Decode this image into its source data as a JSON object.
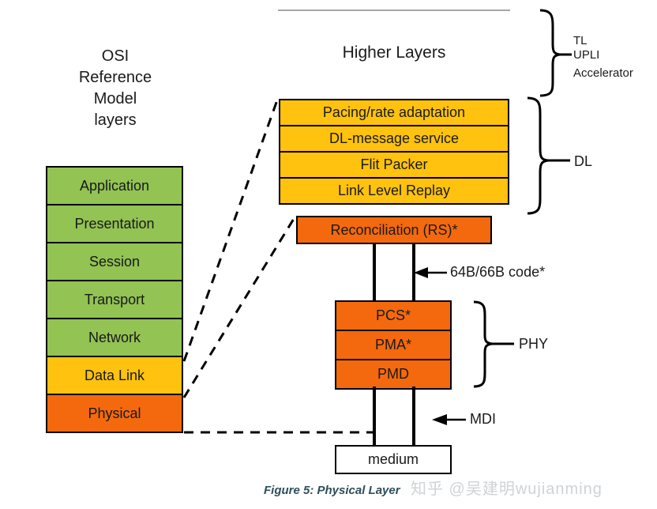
{
  "figure": {
    "caption": "Figure 5: Physical Layer",
    "watermark": "知乎 @吴建明wujianming"
  },
  "osi": {
    "title_lines": [
      "OSI",
      "Reference",
      "Model",
      "layers"
    ],
    "layers": [
      {
        "label": "Application",
        "color": "#92c353"
      },
      {
        "label": "Presentation",
        "color": "#92c353"
      },
      {
        "label": "Session",
        "color": "#92c353"
      },
      {
        "label": "Transport",
        "color": "#92c353"
      },
      {
        "label": "Network",
        "color": "#92c353"
      },
      {
        "label": "Data Link",
        "color": "#ffc20e"
      },
      {
        "label": "Physical",
        "color": "#f4690d"
      }
    ]
  },
  "higher_layers": {
    "label": "Higher Layers"
  },
  "dl_stack": {
    "rows": [
      {
        "label": "Pacing/rate adaptation"
      },
      {
        "label": "DL-message service"
      },
      {
        "label": "Flit Packer"
      },
      {
        "label": "Link Level Replay"
      }
    ],
    "color": "#ffc20e"
  },
  "reconciliation": {
    "label": "Reconciliation (RS)*",
    "color": "#f4690d"
  },
  "phy_stack": {
    "rows": [
      {
        "label": "PCS*"
      },
      {
        "label": "PMA*"
      },
      {
        "label": "PMD"
      }
    ],
    "color": "#f4690d"
  },
  "medium": {
    "label": "medium"
  },
  "braces": {
    "top": {
      "labels": [
        "TL",
        "UPLI",
        "Accelerator"
      ]
    },
    "dl": {
      "label": "DL"
    },
    "phy": {
      "label": "PHY"
    }
  },
  "annotations": {
    "code": "64B/66B code*",
    "mdi": "MDI"
  },
  "colors": {
    "green": "#92c353",
    "yellow": "#ffc20e",
    "orange": "#f4690d",
    "stroke": "#000000",
    "gray_rule": "#a6a6a6",
    "caption": "#2d4f59",
    "watermark": "#cfd3d6"
  }
}
